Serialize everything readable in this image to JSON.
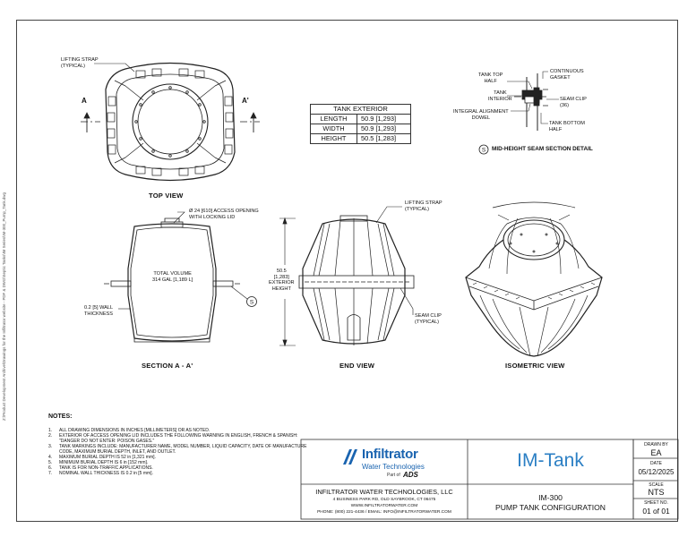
{
  "labels": {
    "lifting_strap_top": "LIFTING STRAP\n(TYPICAL)",
    "section_a_left": "A",
    "section_a_right": "A'",
    "top_view": "TOP VIEW",
    "access_opening": "Ø 24 [610] ACCESS OPENING\nWITH LOCKING LID",
    "total_volume": "TOTAL VOLUME\n314 GAL [1,189 L]",
    "wall_thickness": "0.2 [5] WALL\nTHICKNESS",
    "callout_s": "S",
    "section_aa": "SECTION  A - A'",
    "height_dim": "50.5\n[1,283]\nEXTERIOR\nHEIGHT",
    "lifting_strap_end": "LIFTING STRAP\n(TYPICAL)",
    "seam_clip_end": "SEAM CLIP\n(TYPICAL)",
    "end_view": "END VIEW",
    "isometric_view": "ISOMETRIC VIEW",
    "tank_top_half": "TANK TOP\nHALF",
    "continuous_gasket": "CONTINUOUS\nGASKET",
    "tank_interior": "TANK\nINTERIOR",
    "seam_clip_36": "SEAM CLIP\n(36)",
    "alignment_dowel": "INTEGRAL ALIGNMENT\nDOWEL",
    "tank_bottom_half": "TANK BOTTOM\nHALF",
    "seam_detail": "MID-HEIGHT SEAM SECTION DETAIL"
  },
  "exterior_table": {
    "title": "TANK EXTERIOR",
    "rows": [
      {
        "name": "LENGTH",
        "value": "50.9 [1,293]"
      },
      {
        "name": "WIDTH",
        "value": "50.9 [1,293]"
      },
      {
        "name": "HEIGHT",
        "value": "50.5 [1,283]"
      }
    ]
  },
  "notes": {
    "title": "NOTES:",
    "items": [
      {
        "n": "1.",
        "text": "ALL DRAWING DIMENSIONS IN INCHES [MILLIMETERS] OR AS NOTED."
      },
      {
        "n": "2.",
        "text": "EXTERIOR OF ACCESS OPENING LID INCLUDES THE FOLLOWING WARNING IN ENGLISH, FRENCH & SPANISH: \"DANGER DO NOT ENTER: POISON GASES.\""
      },
      {
        "n": "3.",
        "text": "TANK MARKINGS INCLUDE: MANUFACTURER NAME, MODEL NUMBER, LIQUID CAPACITY, DATE OF MANUFACTURE CODE, MAXIMUM BURIAL DEPTH, INLET, AND OUTLET."
      },
      {
        "n": "4.",
        "text": "MAXIMUM BURIAL DEPTH IS 52 in [1,321 mm]."
      },
      {
        "n": "5.",
        "text": "MINIMUM BURIAL DEPTH IS 6 in [152 mm]."
      },
      {
        "n": "6.",
        "text": "TANK IS FOR NON-TRAFFIC APPLICATIONS."
      },
      {
        "n": "7.",
        "text": "NOMINAL WALL THICKNESS IS 0.2 in [5 mm]."
      }
    ]
  },
  "title_block": {
    "logo_name": "Infiltrator",
    "logo_sub": "Water Technologies",
    "logo_part_of": "Part of",
    "logo_ads": "ADS",
    "company": "INFILTRATOR WATER TECHNOLOGIES, LLC",
    "address": "4 BUSINESS PARK RD, OLD SAYBROOK, CT 06475",
    "website": "WWW.INFILTRATORWATER.COM",
    "contact": "PHONE: (800) 221-4436 / EMAIL: INFO@INFILTRATORWATER.COM",
    "product": "IM-Tank",
    "model": "IM-300",
    "description": "PUMP TANK CONFIGURATION",
    "drawn_by_label": "DRAWN BY",
    "drawn_by": "EA",
    "date_label": "DATE",
    "date": "05/12/2025",
    "scale_label": "SCALE",
    "scale": "NTS",
    "sheet_label": "SHEET NO.",
    "sheet": "01 of 01"
  },
  "side_text": "Z:\\Product Development Archive\\Drawings for the Infiltrator website - PDF & DWG\\Septic Tanks\\IM Series\\IM-300_Pump_Tank.dwg",
  "colors": {
    "logo_blue": "#1a64b0",
    "product_blue": "#2b7fc4",
    "line": "#222222"
  }
}
